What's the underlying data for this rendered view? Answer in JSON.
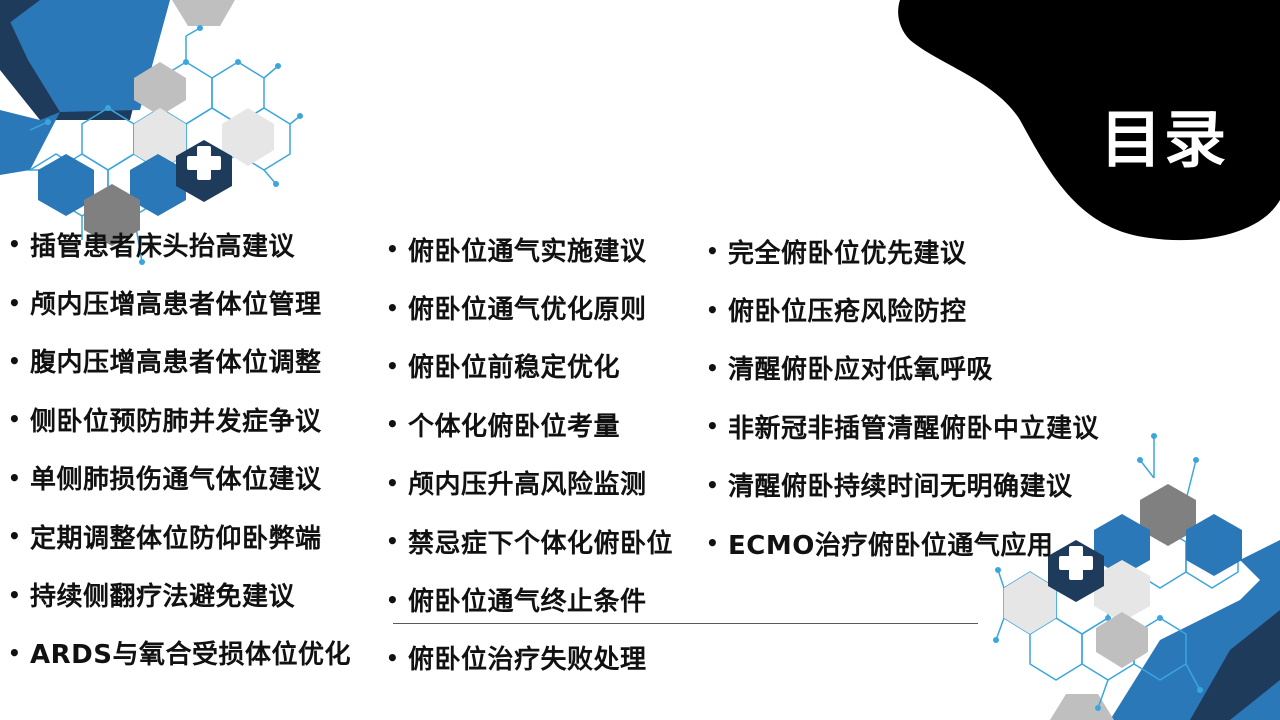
{
  "title": "目录",
  "bullet": "•",
  "columns": [
    {
      "items": [
        "插管患者床头抬高建议",
        "颅内压增高患者体位管理",
        "腹内压增高患者体位调整",
        "侧卧位预防肺并发症争议",
        "单侧肺损伤通气体位建议",
        "定期调整体位防仰卧弊端",
        "持续侧翻疗法避免建议",
        "ARDS与氧合受损体位优化"
      ]
    },
    {
      "items": [
        "俯卧位通气实施建议",
        "俯卧位通气优化原则",
        "俯卧位前稳定优化",
        "个体化俯卧位考量",
        "颅内压升高风险监测",
        "禁忌症下个体化俯卧位",
        "俯卧位通气终止条件",
        "俯卧位治疗失败处理"
      ]
    },
    {
      "items": [
        "完全俯卧位优先建议",
        "俯卧位压疮风险防控",
        "清醒俯卧应对低氧呼吸",
        "非新冠非插管清醒俯卧中立建议",
        "清醒俯卧持续时间无明确建议",
        "ECMO治疗俯卧位通气应用"
      ]
    }
  ],
  "colors": {
    "dark_blue": "#1f3b5c",
    "mid_blue": "#2a78b8",
    "light_blue": "#3aa6dd",
    "gray": "#808080",
    "light_gray": "#d9d9d9",
    "black": "#000000"
  },
  "icons": [
    "medical-cross-icon"
  ]
}
